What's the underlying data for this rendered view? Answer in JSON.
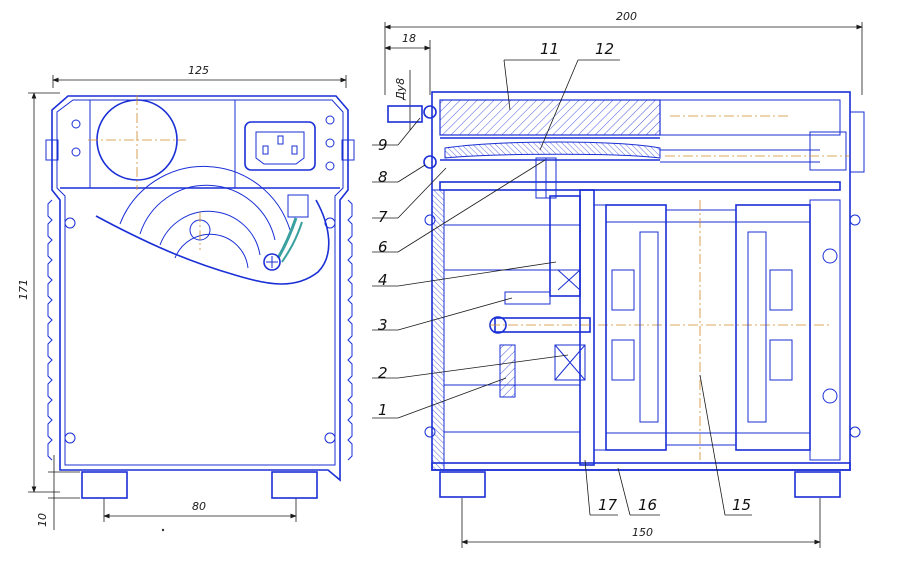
{
  "drawing": {
    "dimensions": {
      "left_width": "125",
      "left_height": "171",
      "left_feet_height": "10",
      "left_feet_spacing": "80",
      "right_width": "200",
      "right_offset": "18",
      "right_feet_spacing": "150",
      "port_label": "Ду8"
    },
    "callouts": [
      "1",
      "2",
      "3",
      "4",
      "6",
      "7",
      "8",
      "9",
      "11",
      "12",
      "15",
      "16",
      "17"
    ]
  }
}
